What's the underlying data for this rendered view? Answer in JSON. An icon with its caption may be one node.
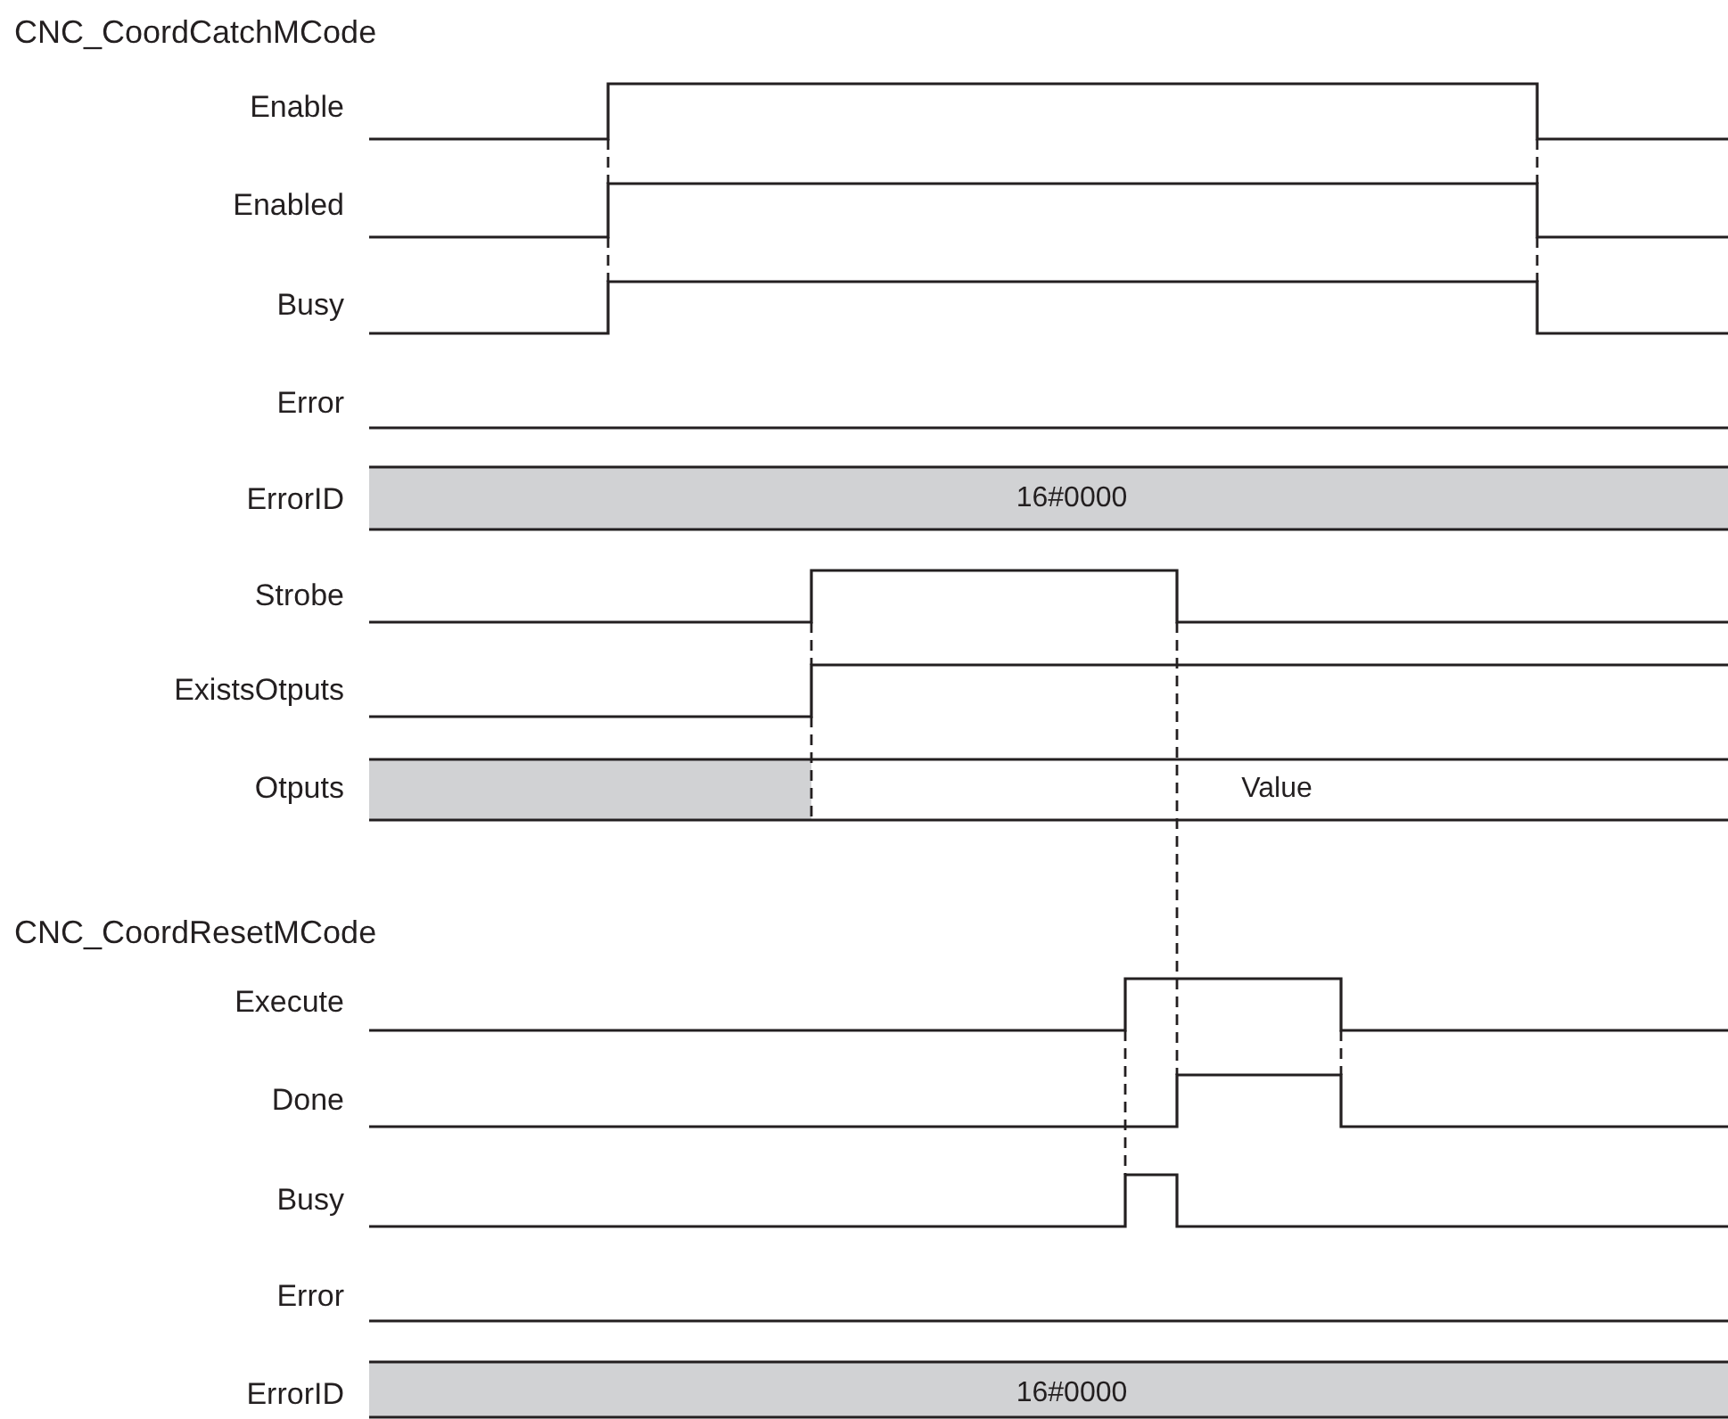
{
  "diagram": {
    "labels": [
      "CNC_CoordCatchMCode",
      "Enable",
      "Enabled",
      "Busy",
      "Error",
      "ErrorID",
      "16#0000",
      "Strobe",
      "ExistsOtputs",
      "Otputs",
      "Value",
      "CNC_CoordResetMCode",
      "Execute",
      "Done",
      "Busy",
      "Error",
      "ErrorID",
      "16#0000"
    ]
  }
}
